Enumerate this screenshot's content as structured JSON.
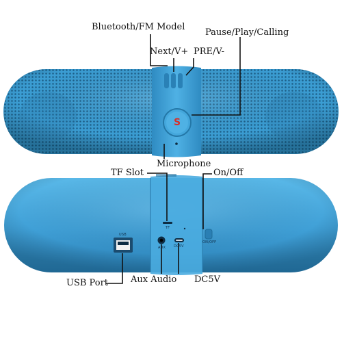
{
  "labels": {
    "bluetooth_fm": "Bluetooth/FM Model",
    "pause_play": "Pause/Play/Calling",
    "next_v": "Next/V+",
    "pre_v": "PRE/V-",
    "microphone": "Microphone",
    "tf_slot": "TF Slot",
    "on_off": "On/Off",
    "usb_port": "USB Port",
    "aux_audio": "Aux Audio",
    "dc5v": "DC5V"
  },
  "device_text": {
    "usb": "USB",
    "tf": "TF",
    "aux": "AUX",
    "dc5v": "DC5V",
    "on_off": "ON/OFF",
    "logo": "S"
  },
  "colors": {
    "speaker_blue": "#3d9fd4",
    "speaker_dark": "#1f6e9c",
    "line": "#111111",
    "logo_red": "#d6302a"
  }
}
